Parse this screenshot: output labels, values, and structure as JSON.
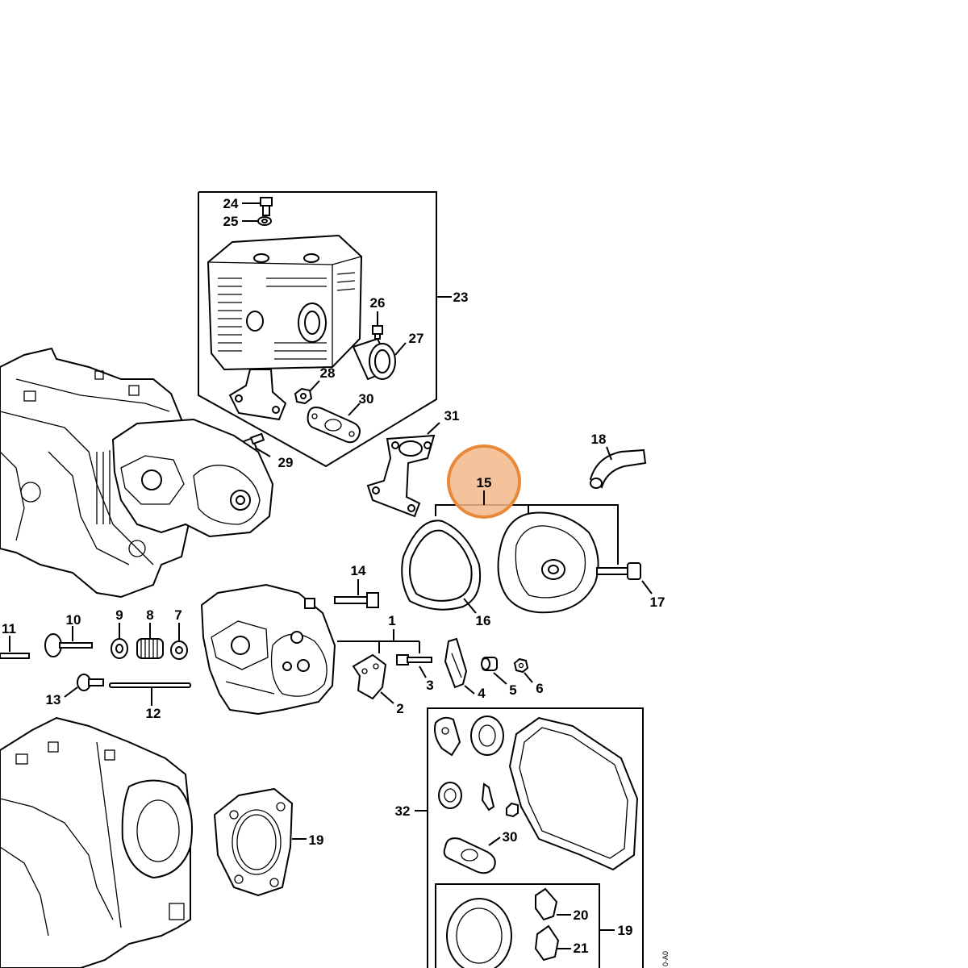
{
  "highlight": {
    "label": "15",
    "color": "#e8893a",
    "fill": "#f2b88a"
  },
  "labels": {
    "l1": "1",
    "l2": "2",
    "l3": "3",
    "l4": "4",
    "l5": "5",
    "l6": "6",
    "l7": "7",
    "l8": "8",
    "l9": "9",
    "l10": "10",
    "l11": "11",
    "l12": "12",
    "l13": "13",
    "l14": "14",
    "l16": "16",
    "l17": "17",
    "l18": "18",
    "l19a": "19",
    "l19b": "19",
    "l20": "20",
    "l21": "21",
    "l23": "23",
    "l24": "24",
    "l25": "25",
    "l26": "26",
    "l27": "27",
    "l28": "28",
    "l29": "29",
    "l30a": "30",
    "l30b": "30",
    "l31": "31",
    "l32": "32"
  },
  "watermark": "0-A0"
}
